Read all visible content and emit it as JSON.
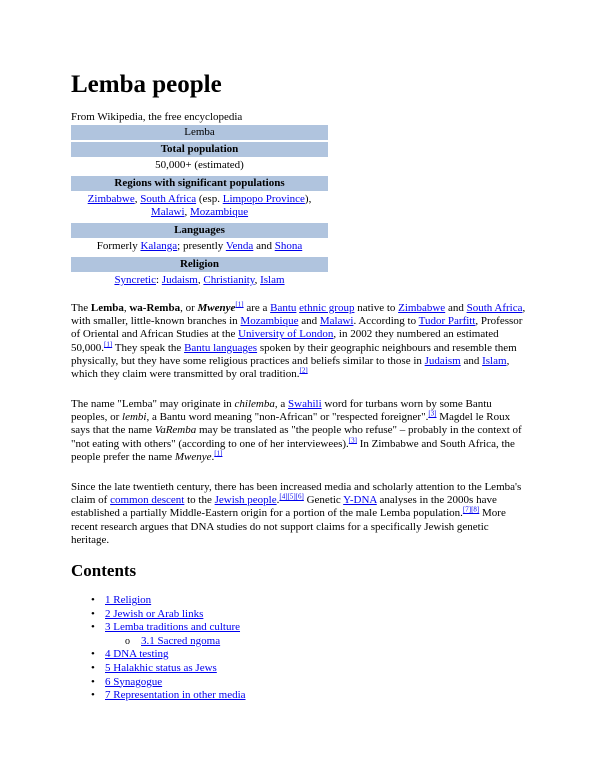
{
  "title": "Lemba people",
  "subtitle": "From Wikipedia, the free encyclopedia",
  "infobox": {
    "caption": "Lemba",
    "total_population_label": "Total population",
    "total_population_value": "50,000+ (estimated)",
    "regions_label": "Regions with significant populations",
    "regions_links": [
      "Zimbabwe",
      "South Africa",
      "Limpopo Province",
      "Malawi",
      "Mozambique"
    ],
    "languages_label": "Languages",
    "languages_prefix": "Formerly ",
    "languages_links": [
      "Kalanga",
      "Venda",
      "Shona"
    ],
    "languages_mid": "; presently ",
    "languages_and": " and ",
    "religion_label": "Religion",
    "religion_links": [
      "Syncretic",
      "Judaism",
      "Christianity",
      "Islam"
    ]
  },
  "paragraphs": {
    "p1": {
      "t1": "The ",
      "lemba": "Lemba",
      "t2": ", ",
      "warmba": "wa-Remba",
      "t3": ", or ",
      "mwenye": "Mwenye",
      "ref1": "[1]",
      "t4": " are a ",
      "bantu": "Bantu",
      "t5": " ",
      "ethnic": "ethnic group",
      "t6": " native to ",
      "zimbabwe": "Zimbabwe",
      "t7": " and ",
      "southafrica": "South Africa",
      "t8": ", with smaller, little-known branches in ",
      "mozambique": "Mozambique",
      "t9": " and ",
      "malawi": "Malawi",
      "t10": ". According to ",
      "tudor": "Tudor Parfitt",
      "t11": ", Professor of Oriental and African Studies at the ",
      "uol": "University of London",
      "t12": ", in 2002 they numbered an estimated 50,000.",
      "ref2": "[1]",
      "t13": " They speak the ",
      "bantulang": "Bantu languages",
      "t14": " spoken by their geographic neighbours and resemble them physically, but they have some religious practices and beliefs similar to those in ",
      "judaism": "Judaism",
      "t15": " and ",
      "islam": "Islam",
      "t16": ", which they claim were transmitted by oral tradition.",
      "ref3": "[2]"
    },
    "p2": {
      "t1": "The name \"Lemba\" may originate in ",
      "chilemba": "chilemba",
      "t2": ", a ",
      "swahili": "Swahili",
      "t3": " word for turbans worn by some Bantu peoples, or ",
      "lembi": "lembi",
      "t4": ", a Bantu word meaning \"non-African\" or \"respected foreigner\".",
      "ref1": "[3]",
      "t5": " Magdel le Roux says that the name ",
      "varemba": "VaRemba",
      "t6": " may be translated as \"the people who refuse\" – probably in the context of \"not eating with others\" (according to one of her interviewees).",
      "ref2": "[3]",
      "t7": " In Zimbabwe and South Africa, the people prefer the name ",
      "mwenye": "Mwenye",
      "t8": ".",
      "ref3": "[1]"
    },
    "p3": {
      "t1": "Since the late twentieth century, there has been increased media and scholarly attention to the Lemba's claim of ",
      "descent": "common descent",
      "t2": " to the ",
      "jewish": "Jewish people",
      "t3": ".",
      "ref1": "[4][5][6]",
      "t4": " Genetic ",
      "ydna": "Y-DNA",
      "t5": " analyses in the 2000s have established a partially Middle-Eastern origin for a portion of the male Lemba population.",
      "ref2": "[7][8]",
      "t6": " More recent research argues that DNA studies do not support claims for a specifically Jewish genetic heritage."
    }
  },
  "contents": {
    "heading": "Contents",
    "items": [
      "1 Religion",
      "2 Jewish or Arab links",
      "3 Lemba traditions and culture",
      "3.1 Sacred ngoma",
      "4 DNA testing",
      "5 Halakhic status as Jews",
      "6 Synagogue",
      "7 Representation in other media"
    ]
  },
  "colors": {
    "link": "#0000ee",
    "infobox_header": "#b0c4de"
  }
}
